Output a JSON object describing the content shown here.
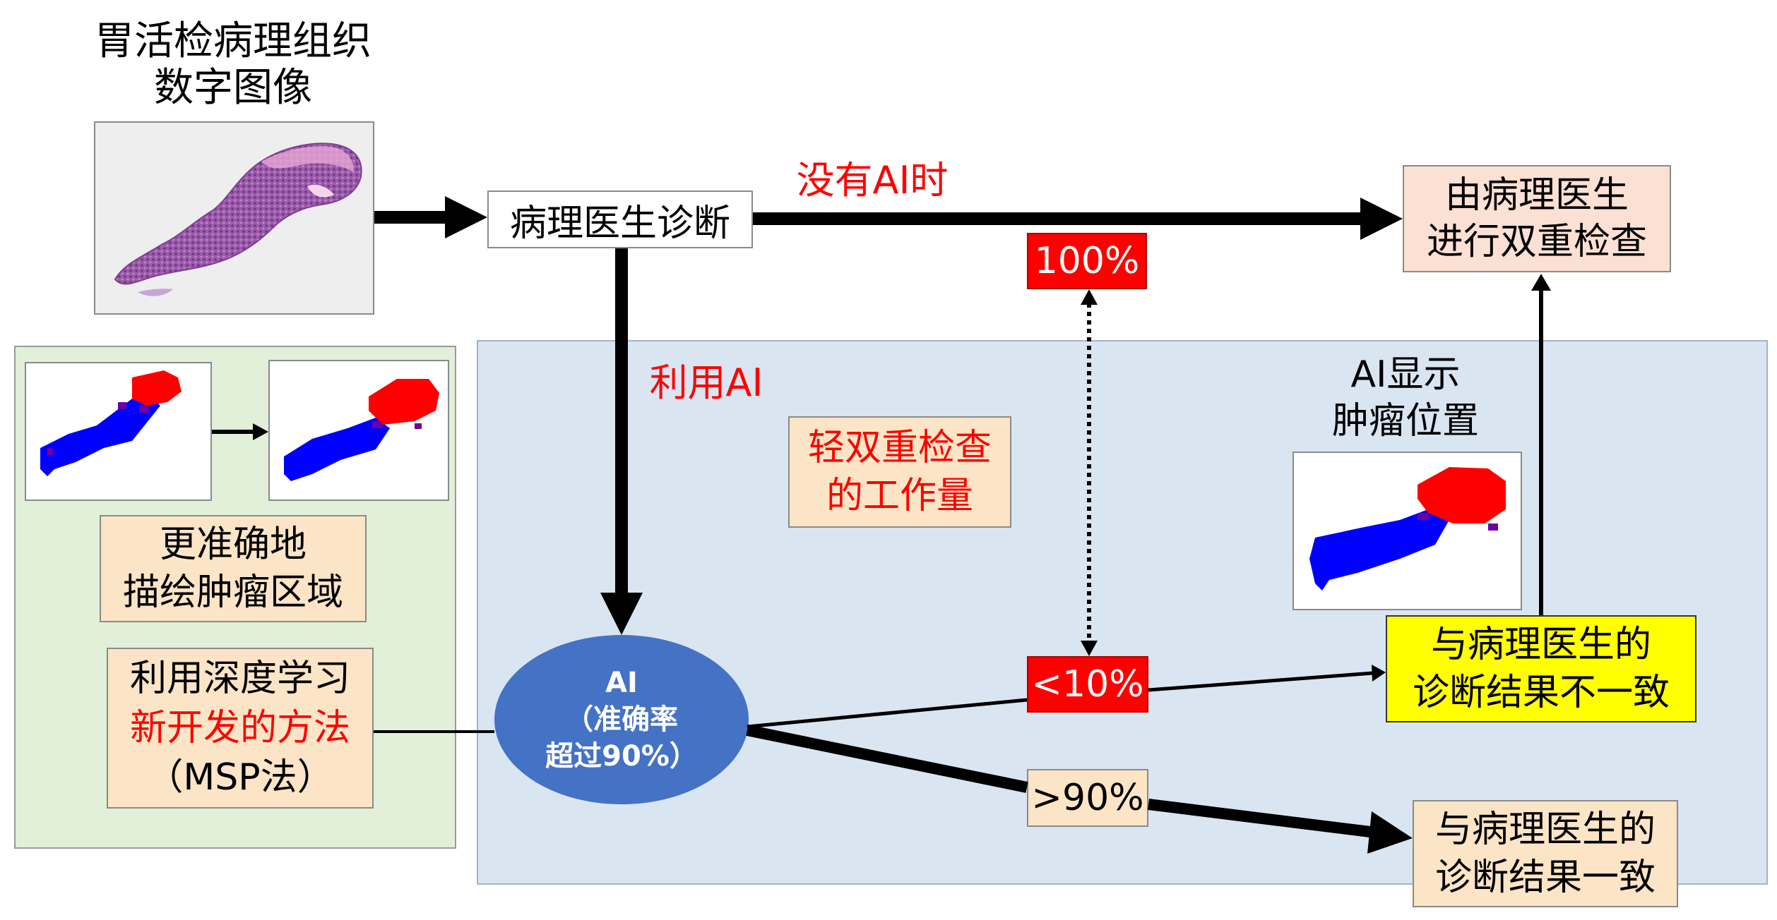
{
  "source": {
    "title_line1": "胃活检病理组织",
    "title_line2": "数字图像"
  },
  "diagnosis_box": "病理医生诊断",
  "without_ai_label": "没有AI时",
  "double_check_box": {
    "line1": "由病理医生",
    "line2": "进行双重检查"
  },
  "percent_100": "100%",
  "with_ai_label": "利用AI",
  "workload_box": {
    "line1": "轻双重检查",
    "line2": "的工作量"
  },
  "ai_tumor_label": {
    "line1": "AI显示",
    "line2": "肿瘤位置"
  },
  "accuracy_box": {
    "line1": "更准确地",
    "line2": "描绘肿瘤区域"
  },
  "method_box": {
    "line1": "利用深度学习",
    "line2": "新开发的方法",
    "line3": "（MSP法）"
  },
  "ai_ellipse": {
    "line1": "AI",
    "line2": "（准确率",
    "line3": "超过90%）"
  },
  "percent_lt10": "<10%",
  "percent_gt90": ">90%",
  "mismatch_box": {
    "line1": "与病理医生的",
    "line2": "诊断结果不一致"
  },
  "match_box": {
    "line1": "与病理医生的",
    "line2": "诊断结果一致"
  },
  "colors": {
    "highlight_red": "#ff0000",
    "ellipse_blue": "#4472c4",
    "tumor_blue": "#0000ff",
    "tumor_red": "#ff0000"
  }
}
